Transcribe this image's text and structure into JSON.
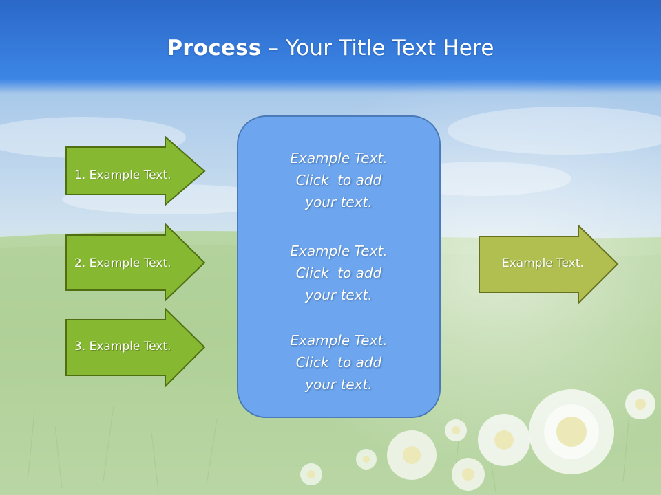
{
  "title": {
    "bold": "Process",
    "rest": " – Your Title Text Here"
  },
  "left_arrows": [
    {
      "label": "1. Example Text."
    },
    {
      "label": "2. Example Text."
    },
    {
      "label": "3. Example Text."
    }
  ],
  "center_blocks": [
    {
      "lines": [
        "Example Text.",
        "Click  to add",
        "your text."
      ]
    },
    {
      "lines": [
        "Example Text.",
        "Click  to add",
        "your text."
      ]
    },
    {
      "lines": [
        "Example Text.",
        "Click  to add",
        "your text."
      ]
    }
  ],
  "output_arrow": {
    "label": "Example Text."
  },
  "colors": {
    "sky_top": "#2f6fd0",
    "arrow_green": "#86b832",
    "arrow_green_border": "#4f6f12",
    "output_olive": "#b0bf4f",
    "output_border": "#67701f",
    "center_box": "#6da6ee",
    "center_border": "#4a7bb8"
  },
  "icons": [
    "daisy-flower-icon"
  ]
}
